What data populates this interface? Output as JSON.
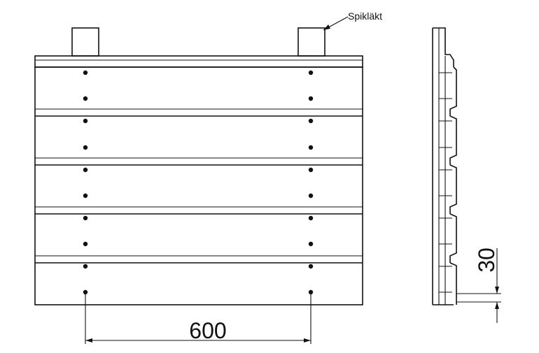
{
  "labels": {
    "callout": "Spikläkt",
    "width_dimension": "600",
    "height_dimension": "30"
  },
  "colors": {
    "line": "#111111",
    "background": "#ffffff"
  }
}
